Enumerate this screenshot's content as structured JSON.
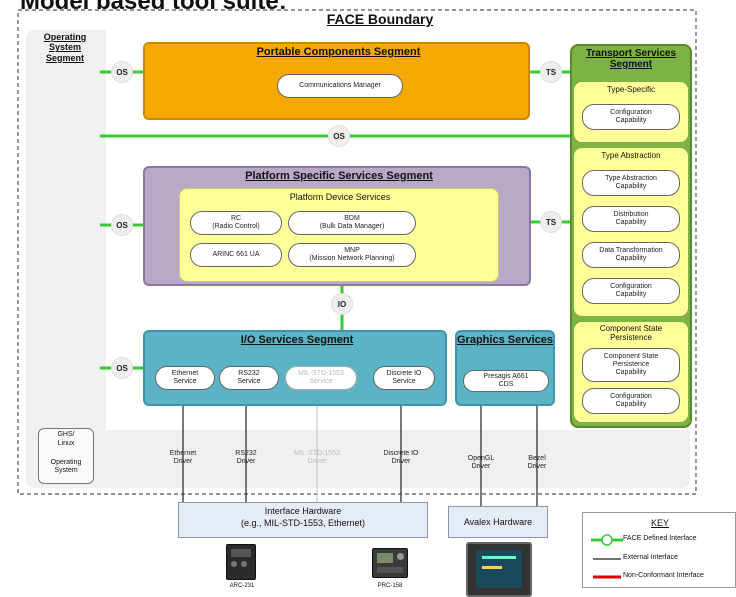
{
  "title_clipped": "Model based tool suite:",
  "boundary": {
    "title": "FACE Boundary"
  },
  "os_segment": {
    "title": "Operating System Segment",
    "box_line1": "GHS/",
    "box_line2": "Linux",
    "box_line3": "Operating",
    "box_line4": "System"
  },
  "portable": {
    "title": "Portable Components Segment",
    "comm_manager": "Communications Manager"
  },
  "platform": {
    "title": "Platform Specific Services Segment",
    "device_services": "Platform Device Services",
    "rc": "RC\n(Radio Control)",
    "bdm": "BDM\n(Bulk Data Manager)",
    "arinc": "ARINC 661 UA",
    "mnp": "MNP\n(Mission Network Planning)"
  },
  "io": {
    "title": "I/O Services Segment",
    "services": [
      "Ethernet\nService",
      "RS232\nService",
      "MIL-STD-1553\nService",
      "Discrete IO\nService"
    ]
  },
  "graphics": {
    "title": "Graphics Services",
    "presagis": "Presagis A661\nCDS"
  },
  "transport": {
    "title": "Transport Services Segment",
    "type_specific": "Type-Specific",
    "config1": "Configuration\nCapability",
    "type_abstraction": "Type Abstraction",
    "ta_cap": "Type Abstraction\nCapability",
    "dist_cap": "Distribution\nCapability",
    "dt_cap": "Data Transformation\nCapability",
    "config2": "Configuration\nCapability",
    "csp": "Component State\nPersistence",
    "csp_cap": "Component State\nPersistence\nCapability",
    "config3": "Configuration\nCapability"
  },
  "interfaces": {
    "os": "OS",
    "ts": "TS",
    "io": "IO"
  },
  "drivers": [
    "Ethernet\nDriver",
    "RS232\nDriver",
    "MIL-STD-1553\nDriver",
    "Discrete IO\nDriver",
    "OpenGL\nDriver",
    "Bezel\nDriver"
  ],
  "hardware": {
    "interface": "Interface Hardware\n(e.g., MIL-STD-1553, Ethernet)",
    "avalex": "Avalex Hardware",
    "arc": "ARC-231",
    "prc": "PRC-158"
  },
  "key": {
    "title": "KEY",
    "face": "FACE Defined Interface",
    "external": "External Interface",
    "nonconformant": "Non-Conformant Interface"
  },
  "colors": {
    "portable": "#f5a800",
    "platform": "#b8a9c9",
    "io": "#5bb3c6",
    "transport": "#7cb342",
    "pale_yellow": "#ffff99",
    "green_line": "#33cc33",
    "red_line": "#e00000"
  }
}
